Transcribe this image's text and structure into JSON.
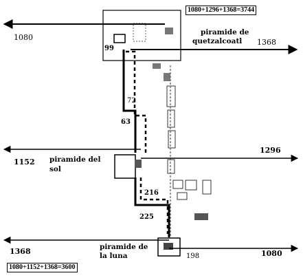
{
  "totals": {
    "top": "1080+1296+1368=3744",
    "bottom": "1080+1152+1368=3600"
  },
  "distances": {
    "d1080_top": "1080",
    "d1368_top": "1368",
    "d1152": "1152",
    "d1296": "1296",
    "d1368_bottom": "1368",
    "d1080_bottom": "1080"
  },
  "segments": {
    "s99": "99",
    "s72": "72",
    "s63": "63",
    "s216": "216",
    "s225": "225",
    "s198": "198"
  },
  "labels": {
    "quetzalcoatl_line1": "piramide de",
    "quetzalcoatl_line2": "quetzalcoatl",
    "sol_line1": "piramide del",
    "sol_line2": "sol",
    "luna_line1": "piramide de",
    "luna_line2": "la luna"
  }
}
